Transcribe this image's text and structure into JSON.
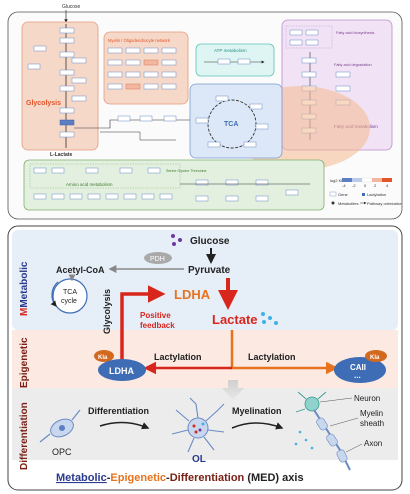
{
  "top_panel": {
    "glucose_label": "Glucose",
    "glycolysis_title": "Glycolysis",
    "l_lactate_label": "L-Lactate",
    "myelin_title": "Myelin / Oligodendrocyte network",
    "atp_title": "ATP metabolism",
    "tca_label": "TCA",
    "fatty_acid_box_title": "Fatty acid biosynthesis",
    "fatty_acid_degradation_title": "Fatty acid degradation",
    "fatty_acid_metabolism_title": "Fatty acid metabolism",
    "amino_acid_title": "Amino acid metabolism",
    "serine_glycine_label": "Serine Glycine Threonine",
    "legend_kla_label": "log2 Kla",
    "legend_scale": [
      "-4",
      "-2",
      "0",
      "2",
      "4"
    ],
    "legend_items": [
      "Gene",
      "Lactylation",
      "Metabolites",
      "Pathway orientation"
    ]
  },
  "bottom_panel": {
    "section_metabolic": "Metabolic",
    "section_epigenetic": "Epigenetic",
    "section_differentiation": "Differentiation",
    "glucose": "Glucose",
    "pdh": "PDH",
    "pyruvate": "Pyruvate",
    "acetyl_coa": "Acetyl-CoA",
    "tca_line1": "TCA",
    "tca_line2": "cycle",
    "glycolysis": "Glycolysis",
    "ldha_upper": "LDHA",
    "positive_feedback_line1": "Positive",
    "positive_feedback_line2": "feedback",
    "lactate": "Lactate",
    "ldha_lower": "LDHA",
    "kla_left": "Kla",
    "lactylation_left": "Lactylation",
    "lactylation_right": "Lactylation",
    "caii_line1": "CAII",
    "caii_line2": "...",
    "kla_right": "Kla",
    "differentiation": "Differentiation",
    "opc": "OPC",
    "ol": "OL",
    "myelination": "Myelination",
    "neuron": "Neuron",
    "myelin_line1": "Myelin",
    "myelin_line2": "sheath",
    "axon": "Axon",
    "axis_part1": "Metabolic",
    "axis_dash1": "-",
    "axis_part2": "Epigenetic",
    "axis_dash2": "-",
    "axis_part3": "Differentiation",
    "axis_part4": " (MED) axis"
  },
  "colors": {
    "red": "#d9261c",
    "orange": "#e8731e",
    "blue_dark": "#2a3a8c",
    "ldha_pill": "#3e6db5",
    "kla_pill": "#d2691e",
    "metabolic_bg": "#e6eef8",
    "epigenetic_bg": "#fbe9e2",
    "differentiation_bg": "#ececec"
  }
}
